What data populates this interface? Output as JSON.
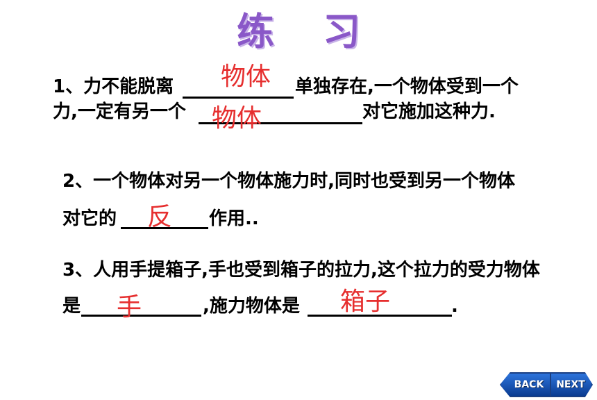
{
  "title": {
    "char1": "练",
    "char2": "习"
  },
  "question1": {
    "line1_prefix": "1、力不能脱离",
    "line1_suffix": "单独存在,一个物体受到一个",
    "line2_prefix": "力,一定有另一个",
    "line2_suffix": "对它施加这种力.",
    "answer1": "物体",
    "answer2": "物体"
  },
  "question2": {
    "line1": "2、一个物体对另一个物体施力时,同时也受到另一个物体",
    "line2_prefix": "对它的",
    "line2_suffix": "作用..",
    "answer": "反"
  },
  "question3": {
    "line1": "3、人用手提箱子,手也受到箱子的拉力,这个拉力的受力物体",
    "line2_prefix": "是",
    "line2_middle": ",施力物体是",
    "line2_suffix": ".",
    "answer1": "手",
    "answer2": "箱子"
  },
  "nav": {
    "back_label": "BACK",
    "next_label": "NEXT"
  },
  "colors": {
    "title": "#8a58c8",
    "answer": "#e62f2f",
    "text": "#000000",
    "button": "#1f5fc7"
  }
}
